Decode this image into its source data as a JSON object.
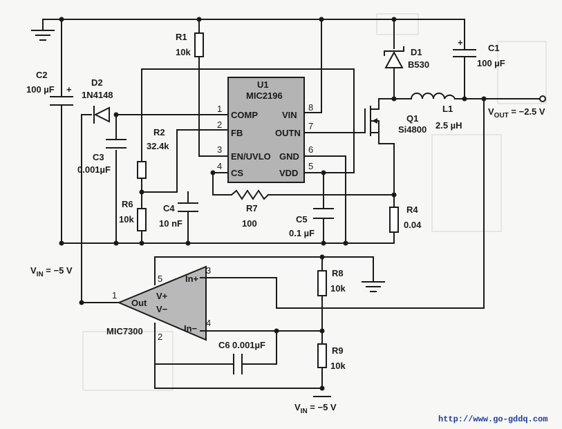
{
  "circuit": {
    "u1": {
      "ref": "U1",
      "part": "MIC2196",
      "pins_left": [
        {
          "num": "1",
          "name": "COMP"
        },
        {
          "num": "2",
          "name": "FB"
        },
        {
          "num": "3",
          "name": "EN/UVLO"
        },
        {
          "num": "4",
          "name": "CS"
        }
      ],
      "pins_right": [
        {
          "num": "8",
          "name": "VIN"
        },
        {
          "num": "7",
          "name": "OUTN"
        },
        {
          "num": "6",
          "name": "GND"
        },
        {
          "num": "5",
          "name": "VDD"
        }
      ]
    },
    "opamp": {
      "part": "MIC7300",
      "out_label": "Out",
      "vplus_label": "V+",
      "vminus_label": "V−",
      "inplus_label": "In+",
      "inminus_label": "In−",
      "pin_out": "1",
      "pin_vplus": "5",
      "pin_vminus": "2",
      "pin_inplus": "3",
      "pin_inminus": "4"
    },
    "components": {
      "r1": {
        "ref": "R1",
        "value": "10k"
      },
      "r2": {
        "ref": "R2",
        "value": "32.4k"
      },
      "r4": {
        "ref": "R4",
        "value": "0.04"
      },
      "r6": {
        "ref": "R6",
        "value": "10k"
      },
      "r7": {
        "ref": "R7",
        "value": "100"
      },
      "r8": {
        "ref": "R8",
        "value": "10k"
      },
      "r9": {
        "ref": "R9",
        "value": "10k"
      },
      "c1": {
        "ref": "C1",
        "value": "100 µF",
        "polarity": "+"
      },
      "c2": {
        "ref": "C2",
        "value": "100 µF",
        "polarity": "+"
      },
      "c3": {
        "ref": "C3",
        "value": "0.001µF"
      },
      "c4": {
        "ref": "C4",
        "value": "10 nF"
      },
      "c5": {
        "ref": "C5",
        "value": "0.1 µF"
      },
      "c6": {
        "ref": "C6",
        "value": "0.001µF"
      },
      "d1": {
        "ref": "D1",
        "value": "B530"
      },
      "d2": {
        "ref": "D2",
        "value": "1N4148"
      },
      "l1": {
        "ref": "L1",
        "value": "2.5 µH"
      },
      "q1": {
        "ref": "Q1",
        "value": "Si4800"
      }
    },
    "labels": {
      "vout": "V",
      "vout_sub": "OUT",
      "vout_value": " = −2.5 V",
      "vin_left": "V",
      "vin_left_sub": "IN",
      "vin_left_value": " = −5 V",
      "vin_bottom": "V",
      "vin_bottom_sub": "IN",
      "vin_bottom_value": " = −5 V"
    },
    "watermark": "http://www.go-gddq.com"
  }
}
